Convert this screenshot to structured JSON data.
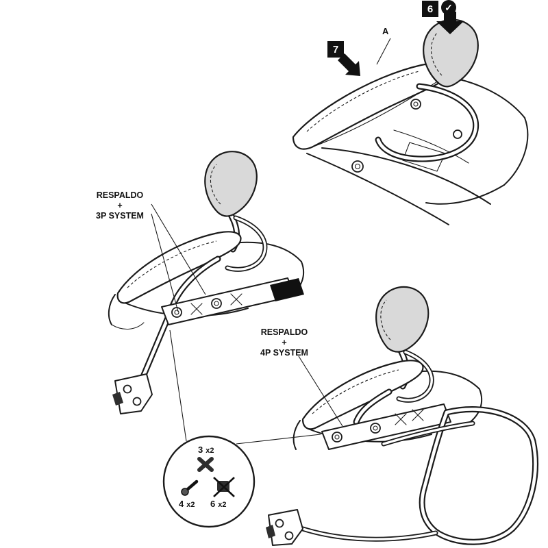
{
  "colors": {
    "line": "#1b1b1b",
    "pad_fill": "#d9d9d9",
    "badge_bg": "#111111",
    "badge_fg": "#ffffff",
    "background": "#ffffff"
  },
  "steps": {
    "six": {
      "badge": "6"
    },
    "seven": {
      "badge": "7"
    }
  },
  "icons": {
    "checkmark": "✓"
  },
  "callouts": {
    "part_a": "A",
    "respaldo_3p": {
      "line1": "RESPALDO",
      "line2": "+",
      "line3": "3P SYSTEM"
    },
    "respaldo_4p": {
      "line1": "RESPALDO",
      "line2": "+",
      "line3": "4P SYSTEM"
    }
  },
  "detail_circle": {
    "parts": [
      {
        "num": "3",
        "qty": "x2",
        "crossed": false
      },
      {
        "num": "4",
        "qty": "x2",
        "crossed": false
      },
      {
        "num": "6",
        "qty": "x2",
        "crossed": true
      }
    ]
  }
}
